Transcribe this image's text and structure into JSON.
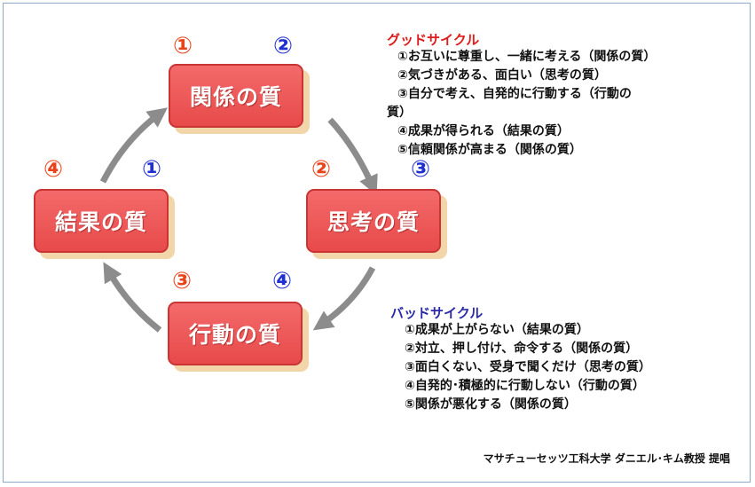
{
  "cycle": {
    "top": "関係の質",
    "right": "思考の質",
    "bottom": "行動の質",
    "left": "結果の質"
  },
  "numbers": {
    "one": "①",
    "two": "②",
    "three": "③",
    "four": "④"
  },
  "colors": {
    "good_marker": "#e8431a",
    "bad_marker": "#1f2fd0",
    "box_fill": "#e84a4a",
    "box_shadow": "#f2d5a8",
    "arrow": "#8c8c8c"
  },
  "good_cycle": {
    "title": "グッドサイクル",
    "items": [
      "①お互いに尊重し、一緒に考える（関係の質）",
      "②気づきがある、面白い（思考の質）",
      "③自分で考え、自発的に行動する（行動の",
      "質）",
      "④成果が得られる（結果の質）",
      "⑤信頼関係が高まる（関係の質）"
    ]
  },
  "bad_cycle": {
    "title": "バッドサイクル",
    "items": [
      "①成果が上がらない（結果の質）",
      "②対立、押し付け、命令する（関係の質）",
      "③面白くない、受身で聞くだけ（思考の質）",
      "④自発的･積極的に行動しない（行動の質）",
      "⑤関係が悪化する（関係の質）"
    ]
  },
  "credit": "マサチューセッツ工科大学 ダニエル･キム教授 提唱"
}
